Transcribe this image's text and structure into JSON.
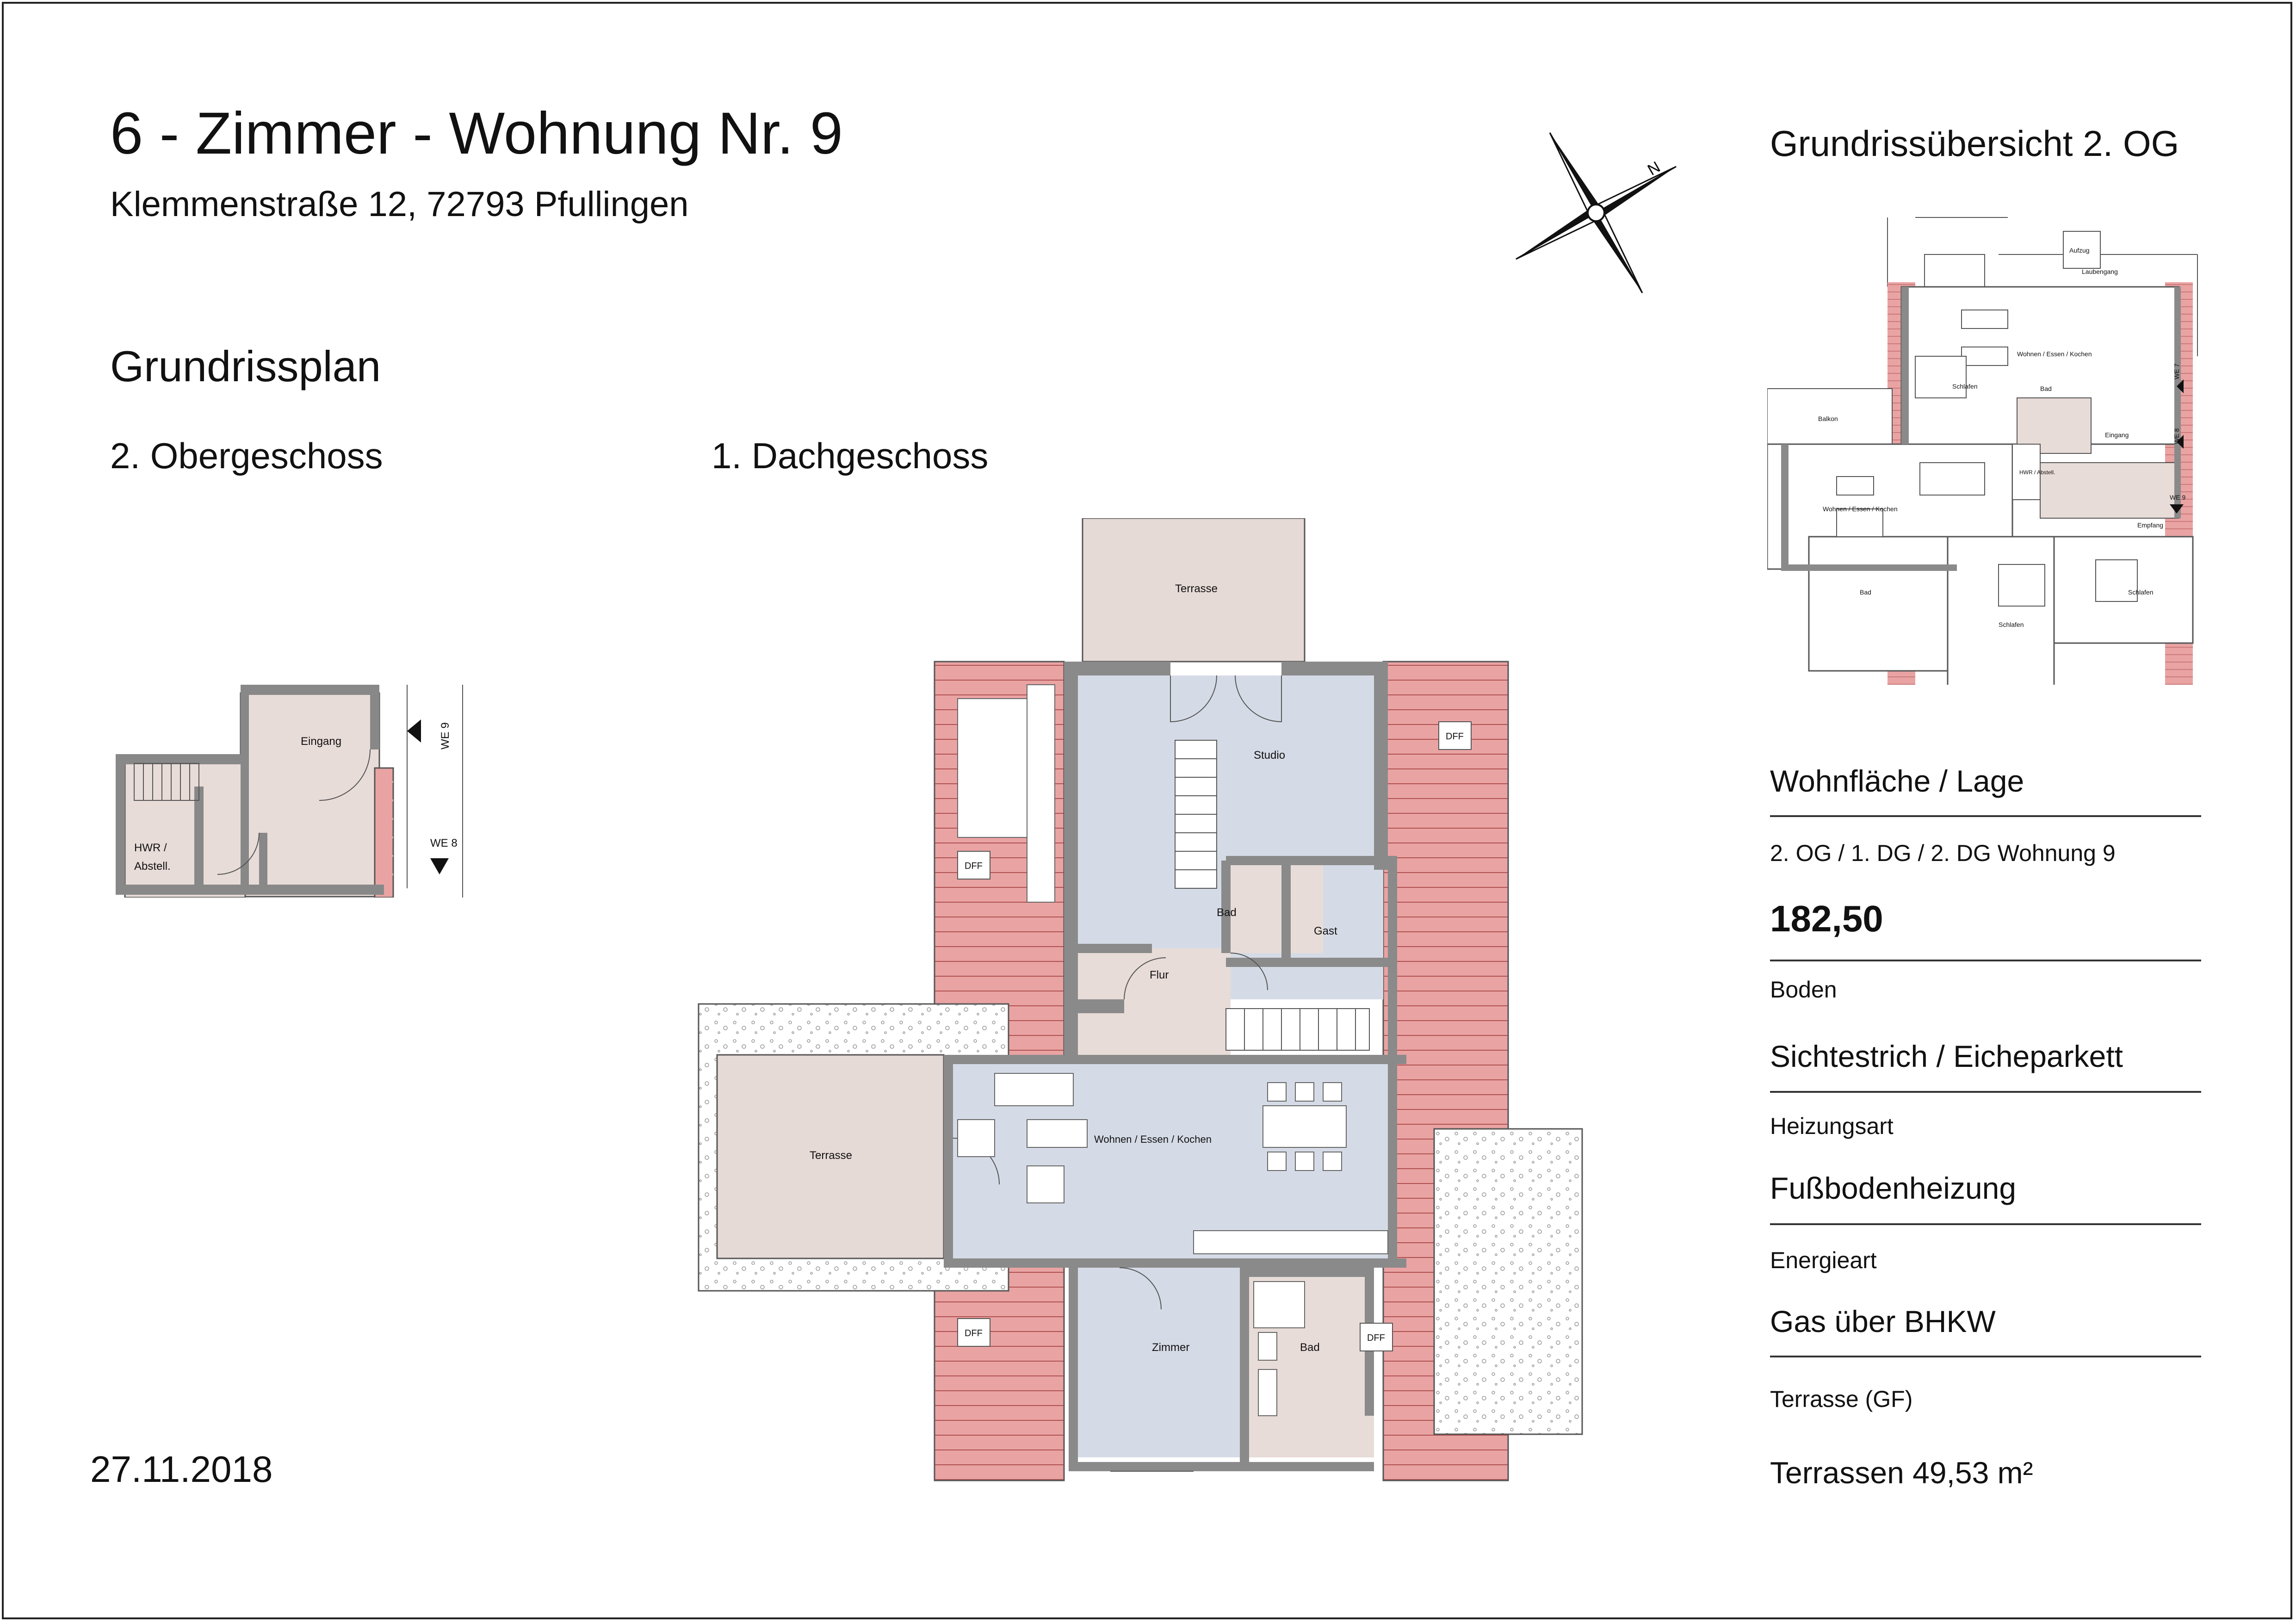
{
  "title": "6 - Zimmer - Wohnung Nr. 9",
  "address": "Klemmenstraße 12, 72793 Pfullingen",
  "section_heading": "Grundrissplan",
  "floor_left": "2. Obergeschoss",
  "floor_main": "1. Dachgeschoss",
  "date": "27.11.2018",
  "overview_title": "Grundrissübersicht 2. OG",
  "og_plan": {
    "eingang": "Eingang",
    "hwr_line1": "HWR /",
    "hwr_line2": "Abstell.",
    "we9": "WE 9",
    "we8": "WE 8"
  },
  "dg_plan": {
    "terrasse_top": "Terrasse",
    "studio": "Studio",
    "bad_small": "Bad",
    "gast": "Gast",
    "flur": "Flur",
    "wohnen": "Wohnen / Essen / Kochen",
    "terrasse_left": "Terrasse",
    "zimmer": "Zimmer",
    "bad_large": "Bad",
    "dff": "DFF"
  },
  "overview_plan": {
    "aufzug": "Aufzug",
    "laubengang": "Laubengang",
    "wohnen_top": "Wohnen / Essen / Kochen",
    "schlafen_top": "Schlafen",
    "bad_top": "Bad",
    "eingang": "Eingang",
    "balkon": "Balkon",
    "wohnen_main": "Wohnen / Essen / Kochen",
    "hwr": "HWR / Abstell.",
    "empfang": "Empfang",
    "bad_low": "Bad",
    "schlafen_low": "Schlafen",
    "schlafen_right": "Schlafen",
    "we7": "WE 7",
    "we8": "WE 8",
    "we9": "WE 9"
  },
  "info": {
    "wohnflaeche_label": "Wohnfläche / Lage",
    "lage_value": "2. OG / 1. DG / 2. DG   Wohnung 9",
    "flaeche_value": "182,50",
    "boden_label": "Boden",
    "boden_value": "Sichtestrich / Eicheparkett",
    "heizung_label": "Heizungsart",
    "heizung_value": "Fußbodenheizung",
    "energie_label": "Energieart",
    "energie_value": "Gas über BHKW",
    "terrasse_label": "Terrasse (GF)",
    "terrasse_value": "Terrassen  49,53 m²"
  },
  "colors": {
    "room_blue": "#d5dbe6",
    "room_pink": "#e8dcd8",
    "roof_red": "#e9a3a3",
    "terrace": "#e6dad6",
    "wall": "#8a8a8a"
  }
}
